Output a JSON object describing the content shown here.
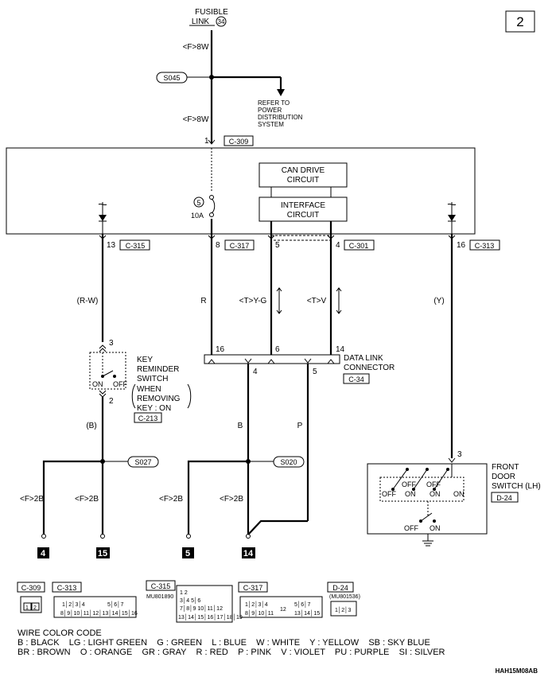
{
  "page_number": "2",
  "fusible_link": {
    "title": "FUSIBLE",
    "label": "LINK",
    "number": "34"
  },
  "wires": {
    "f8w_top": "<F>8W",
    "f8w_mid": "<F>8W",
    "r_w": "(R-W)",
    "r": "R",
    "t_y_g": "<T>Y-G",
    "t_v": "<T>V",
    "y": "(Y)",
    "b_left": "(B)",
    "b_mid": "B",
    "p": "P",
    "f2b_1": "<F>2B",
    "f2b_2": "<F>2B",
    "f2b_3": "<F>2B",
    "f2b_4": "<F>2B"
  },
  "splices": {
    "s045": "S045",
    "s027": "S027",
    "s020": "S020"
  },
  "refer_note": [
    "REFER TO",
    "POWER",
    "DISTRIBUTION",
    "SYSTEM"
  ],
  "pins": {
    "c309_pin": "1",
    "c309": "C-309",
    "c315_pin": "13",
    "c315": "C-315",
    "c317_pin": "8",
    "c317": "C-317",
    "pin5": "5",
    "c301_pin": "4",
    "c301": "C-301",
    "c313_pin": "16",
    "c313": "C-313",
    "dlc_16": "16",
    "dlc_6": "6",
    "dlc_14": "14",
    "dlc_4": "4",
    "dlc_5": "5",
    "krs_3": "3",
    "krs_2": "2",
    "fds_3": "3"
  },
  "fuse": {
    "number": "5",
    "rating": "10A"
  },
  "can_drive": [
    "CAN DRIVE",
    "CIRCUIT"
  ],
  "interface": [
    "INTERFACE",
    "CIRCUIT"
  ],
  "data_link": {
    "lines": [
      "DATA LINK",
      "CONNECTOR"
    ],
    "code": "C-34"
  },
  "key_reminder": {
    "lines": [
      "KEY",
      "REMINDER",
      "SWITCH"
    ],
    "when": [
      "WHEN",
      "REMOVING",
      "KEY : ON"
    ],
    "code": "C-213",
    "on": "ON",
    "off": "OFF"
  },
  "front_door": {
    "lines": [
      "FRONT",
      "DOOR",
      "SWITCH (LH)"
    ],
    "code": "D-24",
    "off": "OFF",
    "on": "ON"
  },
  "grounds": [
    "4",
    "15",
    "5",
    "14"
  ],
  "connectors": {
    "c309": {
      "code": "C-309",
      "pins": [
        "1",
        "2"
      ]
    },
    "c313": {
      "code": "C-313",
      "row1": [
        "1",
        "2",
        "3",
        "4",
        "5",
        "6",
        "7"
      ],
      "row2": [
        "8",
        "9",
        "10",
        "11",
        "12",
        "13",
        "14",
        "15",
        "16"
      ]
    },
    "c315": {
      "code": "C-315",
      "part": "MU801890"
    },
    "c317": {
      "code": "C-317",
      "center": "12"
    },
    "d24": {
      "code": "D-24",
      "part": "(MU801536)",
      "pins": [
        "1",
        "2",
        "3"
      ]
    }
  },
  "color_code": {
    "title": "WIRE COLOR CODE",
    "line1": "B : BLACK    LG : LIGHT GREEN    G : GREEN    L : BLUE    W : WHITE    Y : YELLOW    SB : SKY BLUE",
    "line2": "BR : BROWN    O : ORANGE    GR : GRAY    R : RED    P : PINK    V : VIOLET    PU : PURPLE    SI : SILVER"
  },
  "figure_id": "HAH15M08AB"
}
